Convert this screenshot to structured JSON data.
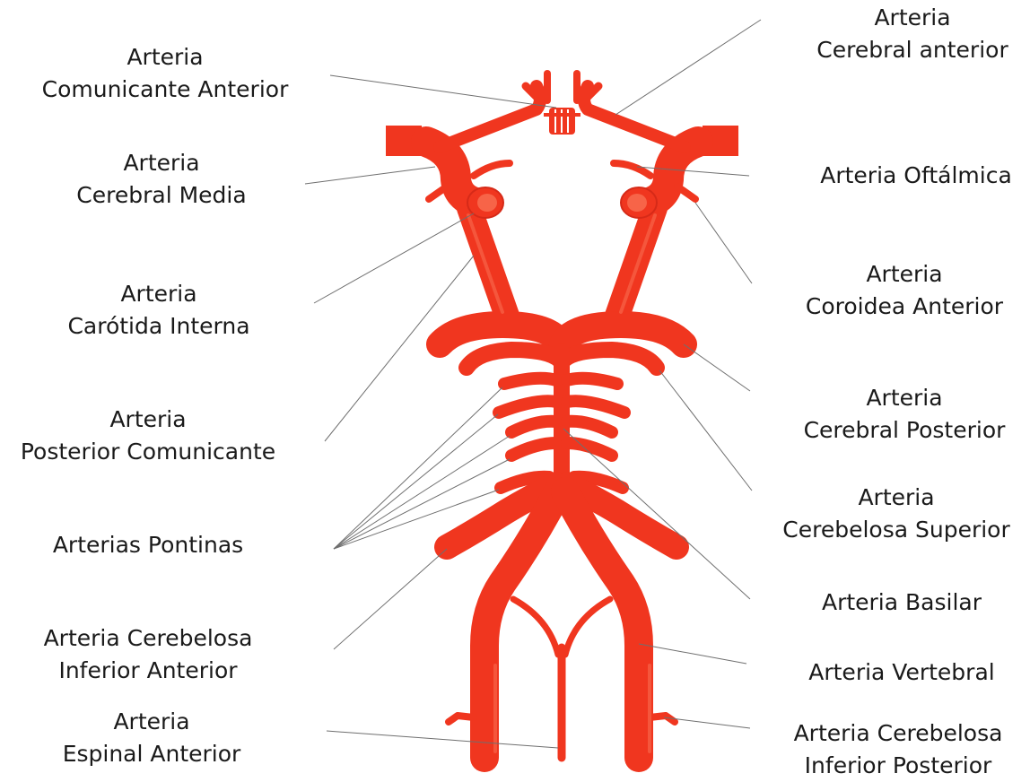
{
  "colors": {
    "artery": "#f0361f",
    "artery_dark": "#d62a18",
    "artery_light": "#f76448",
    "leader": "#6f6f6f",
    "text": "#1a1a1a"
  },
  "labels": {
    "comunicante_anterior": [
      "Arteria",
      "Comunicante Anterior"
    ],
    "cerebral_anterior": [
      "Arteria",
      "Cerebral anterior"
    ],
    "cerebral_media": [
      "Arteria",
      "Cerebral Media"
    ],
    "oftalmica": [
      "Arteria Oftálmica"
    ],
    "carotida_interna": [
      "Arteria",
      "Carótida Interna"
    ],
    "coroidea_anterior": [
      "Arteria",
      "Coroidea Anterior"
    ],
    "posterior_comunicante": [
      "Arteria",
      "Posterior Comunicante"
    ],
    "cerebral_posterior": [
      "Arteria",
      "Cerebral Posterior"
    ],
    "cerebelosa_superior": [
      "Arteria",
      "Cerebelosa Superior"
    ],
    "pontinas": [
      "Arterias Pontinas"
    ],
    "basilar": [
      "Arteria Basilar"
    ],
    "cerebelosa_inferior_anterior": [
      "Arteria Cerebelosa",
      "Inferior Anterior"
    ],
    "vertebral": [
      "Arteria Vertebral"
    ],
    "espinal_anterior": [
      "Arteria",
      "Espinal Anterior"
    ],
    "cerebelosa_inferior_posterior": [
      "Arteria Cerebelosa",
      "Inferior Posterior"
    ]
  }
}
